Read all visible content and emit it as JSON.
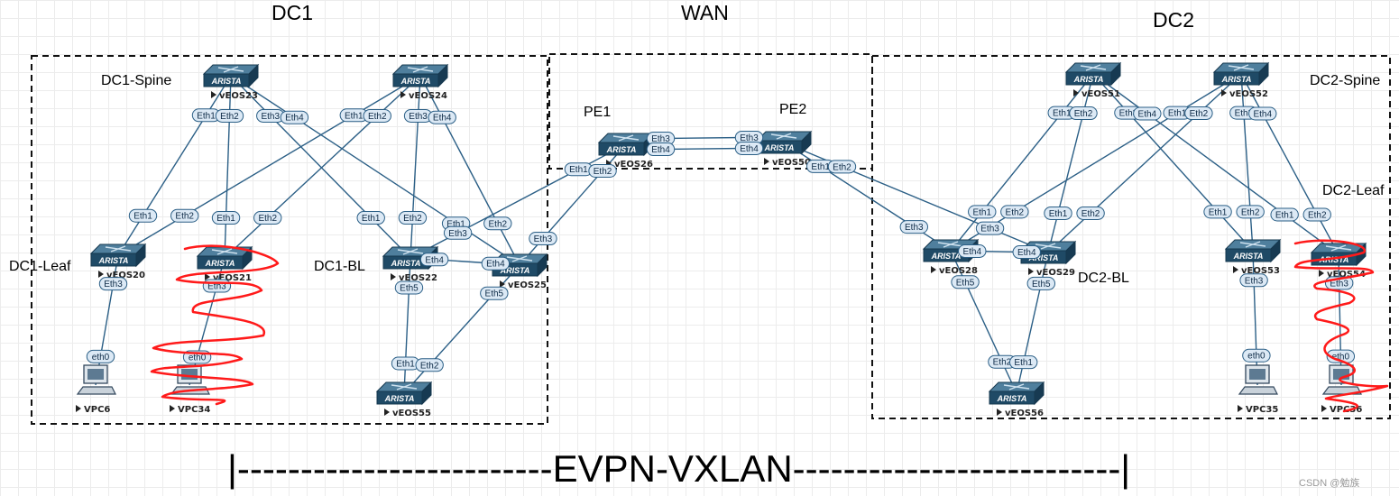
{
  "colors": {
    "link": "#2b5f86",
    "switch_top": "#4f7f9d",
    "switch_front": "#1f4a66",
    "port_fill": "#dce9f5",
    "port_stroke": "#2b5f86",
    "scribble": "#ff1a1a"
  },
  "zones": [
    {
      "id": "dc1",
      "title": "DC1"
    },
    {
      "id": "wan",
      "title": "WAN"
    },
    {
      "id": "dc2",
      "title": "DC2"
    }
  ],
  "group_labels": [
    "DC1-Spine",
    "DC1-Leaf",
    "DC1-BL",
    "PE1",
    "PE2",
    "DC2-Spine",
    "DC2-Leaf",
    "DC2-BL"
  ],
  "brand": "ARISTA",
  "devices": [
    {
      "id": "vEOS23",
      "name": "vEOS23",
      "type": "switch"
    },
    {
      "id": "vEOS24",
      "name": "vEOS24",
      "type": "switch"
    },
    {
      "id": "vEOS20",
      "name": "vEOS20",
      "type": "switch"
    },
    {
      "id": "vEOS21",
      "name": "vEOS21",
      "type": "switch"
    },
    {
      "id": "vEOS22",
      "name": "vEOS22",
      "type": "switch"
    },
    {
      "id": "vEOS25",
      "name": "vEOS25",
      "type": "switch"
    },
    {
      "id": "vEOS55",
      "name": "vEOS55",
      "type": "switch"
    },
    {
      "id": "VPC6",
      "name": "VPC6",
      "type": "pc"
    },
    {
      "id": "VPC34",
      "name": "VPC34",
      "type": "pc"
    },
    {
      "id": "vEOS26",
      "name": "vEOS26",
      "type": "switch"
    },
    {
      "id": "vEOS50",
      "name": "vEOS50",
      "type": "switch"
    },
    {
      "id": "vEOS51",
      "name": "vEOS51",
      "type": "switch"
    },
    {
      "id": "vEOS52",
      "name": "vEOS52",
      "type": "switch"
    },
    {
      "id": "vEOS28",
      "name": "vEOS28",
      "type": "switch"
    },
    {
      "id": "vEOS29",
      "name": "vEOS29",
      "type": "switch"
    },
    {
      "id": "vEOS53",
      "name": "vEOS53",
      "type": "switch"
    },
    {
      "id": "vEOS54",
      "name": "vEOS54",
      "type": "switch"
    },
    {
      "id": "vEOS56",
      "name": "vEOS56",
      "type": "switch"
    },
    {
      "id": "VPC35",
      "name": "VPC35",
      "type": "pc"
    },
    {
      "id": "VPC36",
      "name": "VPC36",
      "type": "pc"
    }
  ],
  "links": [
    {
      "a": "vEOS23",
      "pa": "Eth1",
      "b": "vEOS20",
      "pb": "Eth1"
    },
    {
      "a": "vEOS23",
      "pa": "Eth2",
      "b": "vEOS21",
      "pb": "Eth1"
    },
    {
      "a": "vEOS23",
      "pa": "Eth3",
      "b": "vEOS22",
      "pb": "Eth1"
    },
    {
      "a": "vEOS23",
      "pa": "Eth4",
      "b": "vEOS25",
      "pb": "Eth1"
    },
    {
      "a": "vEOS24",
      "pa": "Eth1",
      "b": "vEOS20",
      "pb": "Eth2"
    },
    {
      "a": "vEOS24",
      "pa": "Eth2",
      "b": "vEOS21",
      "pb": "Eth2"
    },
    {
      "a": "vEOS24",
      "pa": "Eth3",
      "b": "vEOS22",
      "pb": "Eth2"
    },
    {
      "a": "vEOS24",
      "pa": "Eth4",
      "b": "vEOS25",
      "pb": "Eth2"
    },
    {
      "a": "vEOS22",
      "pa": "Eth4",
      "b": "vEOS25",
      "pb": "Eth4"
    },
    {
      "a": "vEOS22",
      "pa": "Eth3",
      "b": "vEOS26",
      "pb": "Eth1"
    },
    {
      "a": "vEOS25",
      "pa": "Eth3",
      "b": "vEOS26",
      "pb": "Eth2"
    },
    {
      "a": "vEOS22",
      "pa": "Eth5",
      "b": "vEOS55",
      "pb": "Eth1"
    },
    {
      "a": "vEOS25",
      "pa": "Eth5",
      "b": "vEOS55",
      "pb": "Eth2"
    },
    {
      "a": "vEOS20",
      "pa": "Eth3",
      "b": "VPC6",
      "pb": "eth0"
    },
    {
      "a": "vEOS21",
      "pa": "Eth3",
      "b": "VPC34",
      "pb": "eth0"
    },
    {
      "a": "vEOS26",
      "pa": "Eth3",
      "b": "vEOS50",
      "pb": "Eth3"
    },
    {
      "a": "vEOS26",
      "pa": "Eth4",
      "b": "vEOS50",
      "pb": "Eth4"
    },
    {
      "a": "vEOS50",
      "pa": "Eth1",
      "b": "vEOS28",
      "pb": "Eth3"
    },
    {
      "a": "vEOS50",
      "pa": "Eth2",
      "b": "vEOS29",
      "pb": "Eth3"
    },
    {
      "a": "vEOS51",
      "pa": "Eth1",
      "b": "vEOS28",
      "pb": "Eth1"
    },
    {
      "a": "vEOS51",
      "pa": "Eth2",
      "b": "vEOS29",
      "pb": "Eth1"
    },
    {
      "a": "vEOS51",
      "pa": "Eth3",
      "b": "vEOS53",
      "pb": "Eth1"
    },
    {
      "a": "vEOS51",
      "pa": "Eth4",
      "b": "vEOS54",
      "pb": "Eth1"
    },
    {
      "a": "vEOS52",
      "pa": "Eth1",
      "b": "vEOS28",
      "pb": "Eth2"
    },
    {
      "a": "vEOS52",
      "pa": "Eth2",
      "b": "vEOS29",
      "pb": "Eth2"
    },
    {
      "a": "vEOS52",
      "pa": "Eth3",
      "b": "vEOS53",
      "pb": "Eth2"
    },
    {
      "a": "vEOS52",
      "pa": "Eth4",
      "b": "vEOS54",
      "pb": "Eth2"
    },
    {
      "a": "vEOS28",
      "pa": "Eth4",
      "b": "vEOS29",
      "pb": "Eth4"
    },
    {
      "a": "vEOS28",
      "pa": "Eth5",
      "b": "vEOS56",
      "pb": "Eth2"
    },
    {
      "a": "vEOS29",
      "pa": "Eth5",
      "b": "vEOS56",
      "pb": "Eth1"
    },
    {
      "a": "vEOS53",
      "pa": "Eth3",
      "b": "VPC35",
      "pb": "eth0"
    },
    {
      "a": "vEOS54",
      "pa": "Eth3",
      "b": "VPC36",
      "pb": "eth0"
    }
  ],
  "banner": "|-------------------------EVPN-VXLAN--------------------------|",
  "watermark": "CSDN @勉族"
}
